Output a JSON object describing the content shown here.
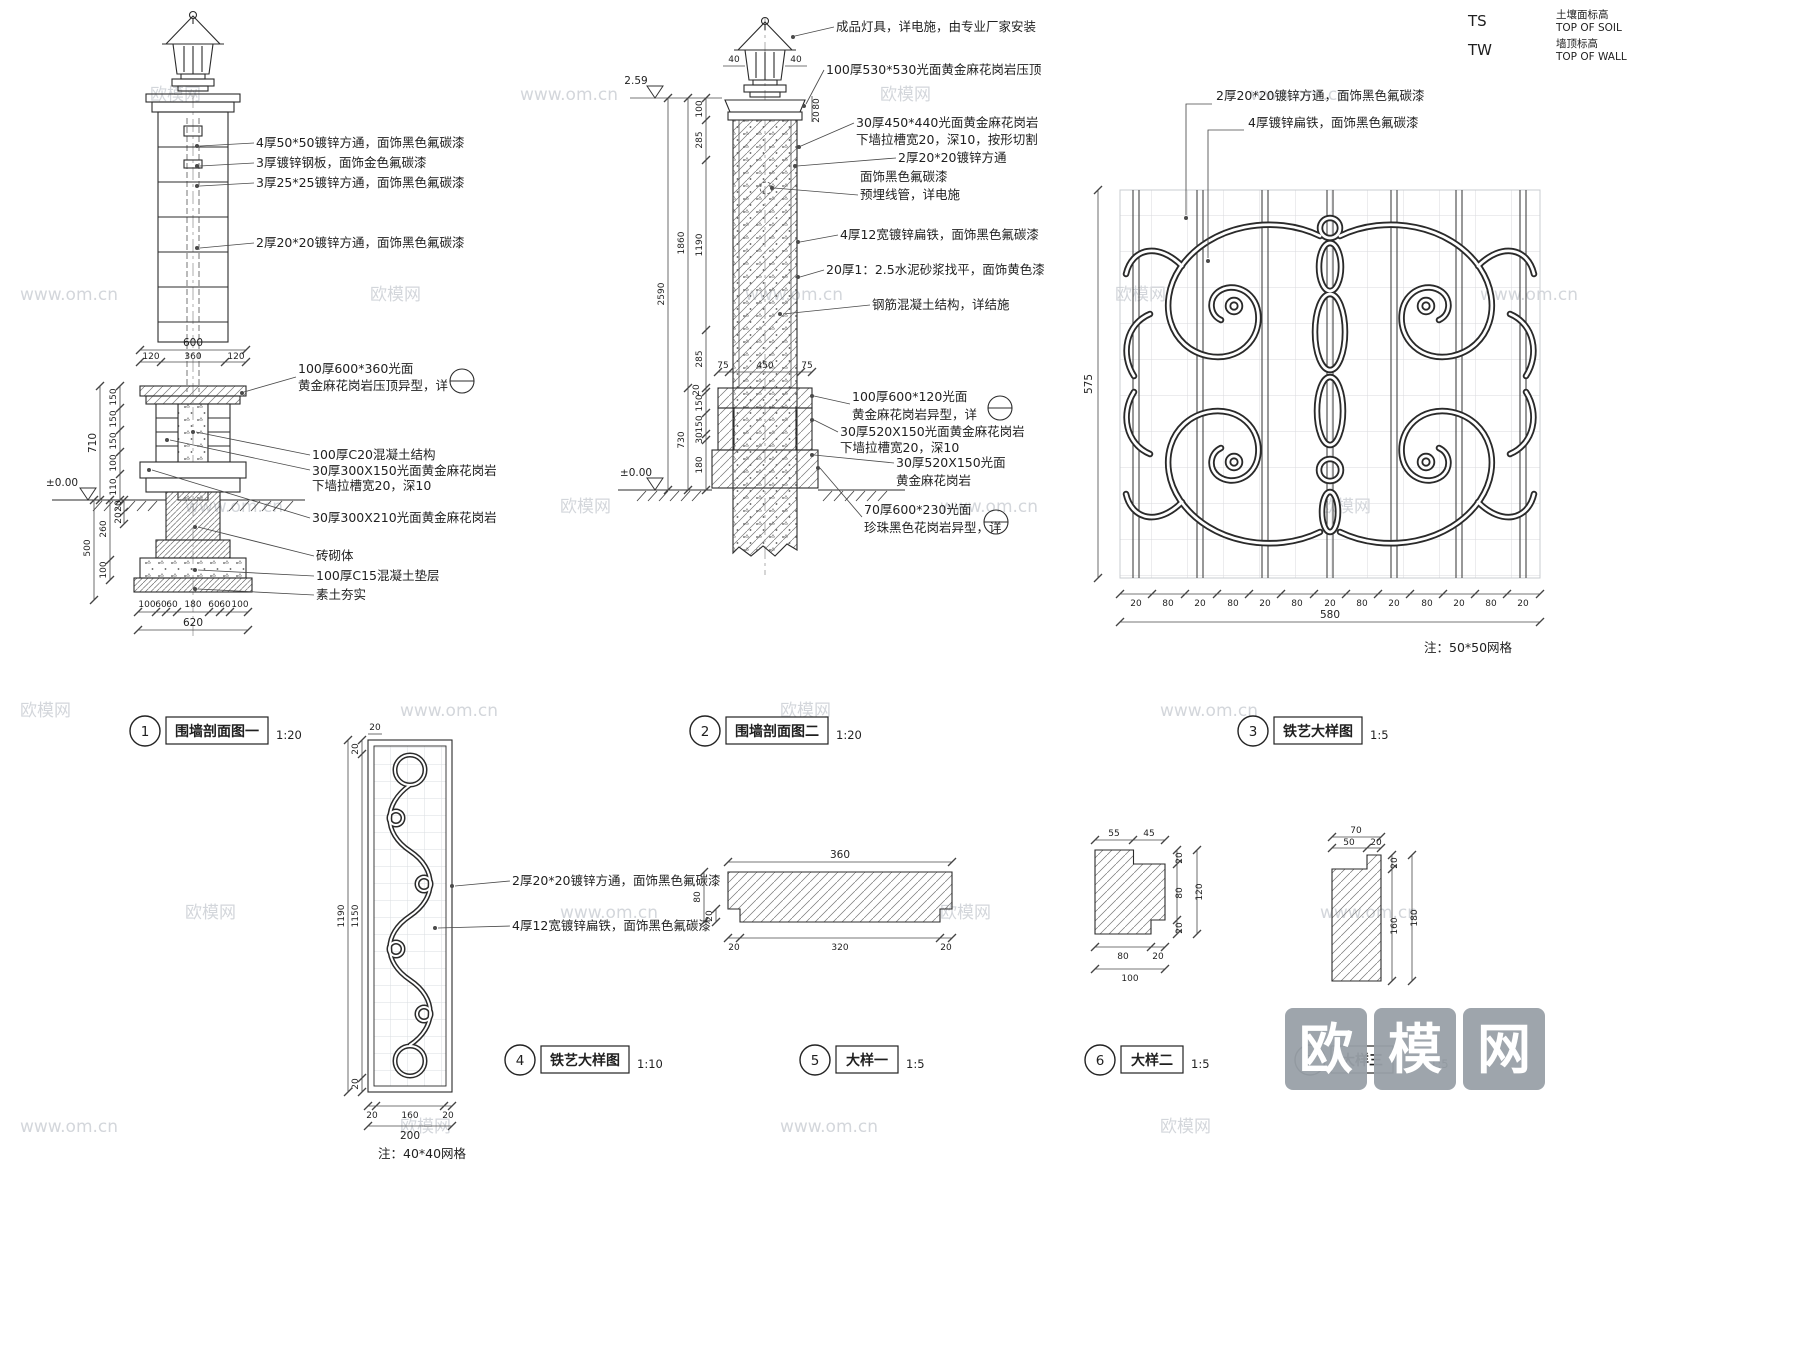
{
  "meta": {
    "brand": "欧模网",
    "site": "www.om.cn",
    "logo": [
      "欧",
      "模",
      "网"
    ]
  },
  "legend": {
    "ts": {
      "abbr": "TS",
      "cn": "土壤面标高",
      "en": "TOP OF SOIL"
    },
    "tw": {
      "abbr": "TW",
      "cn": "墙顶标高",
      "en": "TOP OF WALL"
    }
  },
  "s1": {
    "labels": [
      "4厚50*50镀锌方通，面饰黑色氟碳漆",
      "3厚镀锌钢板，面饰金色氟碳漆",
      "3厚25*25镀锌方通，面饰黑色氟碳漆",
      "2厚20*20镀锌方通，面饰黑色氟碳漆",
      "100厚600*360光面",
      "黄金麻花岗岩压顶异型，详",
      "100厚C20混凝土结构",
      "30厚300X150光面黄金麻花岗岩",
      "下墙拉槽宽20，深10",
      "30厚300X210光面黄金麻花岗岩",
      "砖砌体",
      "100厚C15混凝土垫层",
      "素土夯实"
    ],
    "dims": [
      "600",
      "120",
      "360",
      "120",
      "710",
      "150",
      "150",
      "150",
      "100",
      "110",
      "±0.00",
      "260",
      "100",
      "20",
      "20",
      "500",
      "100",
      "60",
      "60",
      "180",
      "60",
      "60",
      "100",
      "620"
    ]
  },
  "s2": {
    "labels": [
      "成品灯具，详电施，由专业厂家安装",
      "100厚530*530光面黄金麻花岗岩压顶",
      "30厚450*440光面黄金麻花岗岩",
      "下墙拉槽宽20，深10，按形切割",
      "2厚20*20镀锌方通",
      "面饰黑色氟碳漆",
      "预埋线管，详电施",
      "4厚12宽镀锌扁铁，面饰黑色氟碳漆",
      "20厚1：2.5水泥砂浆找平，面饰黄色漆",
      "钢筋混凝土结构，详结施",
      "100厚600*120光面",
      "黄金麻花岗岩异型，详",
      "30厚520X150光面黄金麻花岗岩",
      "下墙拉槽宽20，深10",
      "30厚520X150光面",
      "黄金麻花岗岩",
      "70厚600*230光面",
      "珍珠黑色花岗岩异型，详"
    ],
    "dims": [
      "2.59",
      "40",
      "40",
      "80",
      "20",
      "100",
      "285",
      "1190",
      "285",
      "1860",
      "2590",
      "20",
      "150",
      "150",
      "30",
      "180",
      "730",
      "75",
      "450",
      "75",
      "±0.00"
    ]
  },
  "s3": {
    "labels": [
      "2厚20*20镀锌方通，面饰黑色氟碳漆",
      "4厚镀锌扁铁，面饰黑色氟碳漆"
    ],
    "dims": [
      "575",
      "20",
      "80",
      "20",
      "80",
      "20",
      "80",
      "20",
      "80",
      "20",
      "80",
      "20",
      "80",
      "20",
      "580"
    ],
    "note": "注：50*50网格"
  },
  "s4": {
    "labels": [
      "2厚20*20镀锌方通，面饰黑色氟碳漆",
      "4厚12宽镀锌扁铁，面饰黑色氟碳漆"
    ],
    "dims": [
      "20",
      "20",
      "1150",
      "20",
      "1190",
      "20",
      "160",
      "20",
      "200"
    ],
    "note": "注：40*40网格"
  },
  "s5": {
    "dims": [
      "360",
      "80",
      "20",
      "20",
      "320",
      "20"
    ]
  },
  "s6": {
    "dims": [
      "55",
      "45",
      "20",
      "80",
      "20",
      "120",
      "80",
      "20",
      "100"
    ]
  },
  "s7": {
    "dims": [
      "70",
      "50",
      "20",
      "20",
      "160",
      "180"
    ]
  },
  "titles": [
    {
      "num": "1",
      "label": "围墙剖面图一",
      "scale": "1:20"
    },
    {
      "num": "2",
      "label": "围墙剖面图二",
      "scale": "1:20"
    },
    {
      "num": "3",
      "label": "铁艺大样图",
      "scale": "1:5"
    },
    {
      "num": "4",
      "label": "铁艺大样图",
      "scale": "1:10"
    },
    {
      "num": "5",
      "label": "大样一",
      "scale": "1:5"
    },
    {
      "num": "6",
      "label": "大样二",
      "scale": "1:5"
    },
    {
      "num": "7",
      "label": "大样三",
      "scale": "1:5"
    }
  ]
}
